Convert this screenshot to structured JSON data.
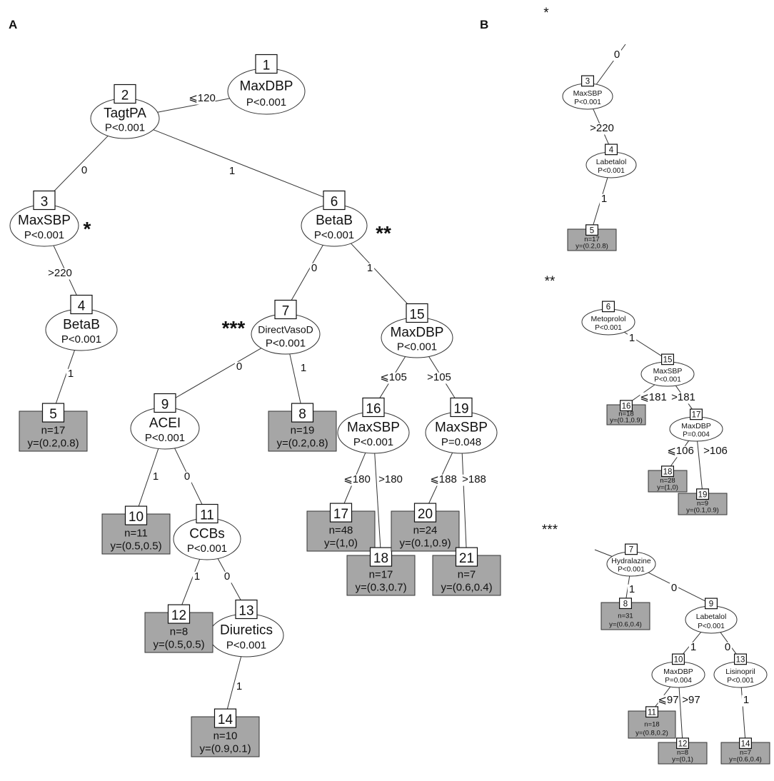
{
  "panels": {
    "a": "A",
    "b": "B"
  },
  "colors": {
    "leaf_fill": "#a6a6a6",
    "node_fill": "#ffffff",
    "line": "#333333"
  },
  "tree_a": {
    "nodes": [
      {
        "id": "1",
        "label": "MaxDBP",
        "p": "P<0.001"
      },
      {
        "id": "2",
        "label": "TagtPA",
        "p": "P<0.001"
      },
      {
        "id": "3",
        "label": "MaxSBP",
        "p": "P<0.001",
        "mark": "*"
      },
      {
        "id": "4",
        "label": "BetaB",
        "p": "P<0.001"
      },
      {
        "id": "6",
        "label": "BetaB",
        "p": "P<0.001",
        "mark": "**"
      },
      {
        "id": "7",
        "label": "DirectVasoD",
        "p": "P<0.001",
        "mark": "***"
      },
      {
        "id": "9",
        "label": "ACEI",
        "p": "P<0.001"
      },
      {
        "id": "11",
        "label": "CCBs",
        "p": "P<0.001"
      },
      {
        "id": "13",
        "label": "Diuretics",
        "p": "P<0.001"
      },
      {
        "id": "15",
        "label": "MaxDBP",
        "p": "P<0.001"
      },
      {
        "id": "16",
        "label": "MaxSBP",
        "p": "P<0.001"
      },
      {
        "id": "19",
        "label": "MaxSBP",
        "p": "P=0.048"
      }
    ],
    "leaves": [
      {
        "id": "5",
        "n": "n=17",
        "y": "y=(0.2,0.8)"
      },
      {
        "id": "8",
        "n": "n=19",
        "y": "y=(0.2,0.8)"
      },
      {
        "id": "10",
        "n": "n=11",
        "y": "y=(0.5,0.5)"
      },
      {
        "id": "12",
        "n": "n=8",
        "y": "y=(0.5,0.5)"
      },
      {
        "id": "14",
        "n": "n=10",
        "y": "y=(0.9,0.1)"
      },
      {
        "id": "17",
        "n": "n=48",
        "y": "y=(1,0)"
      },
      {
        "id": "18",
        "n": "n=17",
        "y": "y=(0.3,0.7)"
      },
      {
        "id": "20",
        "n": "n=24",
        "y": "y=(0.1,0.9)"
      },
      {
        "id": "21",
        "n": "n=7",
        "y": "y=(0.6,0.4)"
      }
    ],
    "edges": [
      {
        "from": "1",
        "to": "2",
        "label": "⩽120"
      },
      {
        "from": "2",
        "to": "3",
        "label": "0"
      },
      {
        "from": "2",
        "to": "6",
        "label": "1"
      },
      {
        "from": "3",
        "to": "4",
        "label": ">220"
      },
      {
        "from": "4",
        "to": "5",
        "label": "1"
      },
      {
        "from": "6",
        "to": "7",
        "label": "0"
      },
      {
        "from": "6",
        "to": "15",
        "label": "1"
      },
      {
        "from": "7",
        "to": "9",
        "label": "0"
      },
      {
        "from": "7",
        "to": "8",
        "label": "1"
      },
      {
        "from": "9",
        "to": "10",
        "label": "1"
      },
      {
        "from": "9",
        "to": "11",
        "label": "0"
      },
      {
        "from": "11",
        "to": "12",
        "label": "1"
      },
      {
        "from": "11",
        "to": "13",
        "label": "0"
      },
      {
        "from": "13",
        "to": "14",
        "label": "1"
      },
      {
        "from": "15",
        "to": "16",
        "label": "⩽105"
      },
      {
        "from": "15",
        "to": "19",
        "label": ">105"
      },
      {
        "from": "16",
        "to": "17",
        "label": "⩽180"
      },
      {
        "from": "16",
        "to": "18",
        "label": ">180"
      },
      {
        "from": "19",
        "to": "20",
        "label": "⩽188"
      },
      {
        "from": "19",
        "to": "21",
        "label": ">188"
      }
    ]
  },
  "tree_b1": {
    "title": "*",
    "entry_label": "0",
    "nodes": [
      {
        "id": "3",
        "label": "MaxSBP",
        "p": "P<0.001"
      },
      {
        "id": "4",
        "label": "Labetalol",
        "p": "P<0.001"
      }
    ],
    "leaves": [
      {
        "id": "5",
        "n": "n=17",
        "y": "y=(0.2,0.8)"
      }
    ],
    "edges": [
      {
        "from": "3",
        "to": "4",
        "label": ">220"
      },
      {
        "from": "4",
        "to": "5",
        "label": "1"
      }
    ]
  },
  "tree_b2": {
    "title": "**",
    "nodes": [
      {
        "id": "6",
        "label": "Metoprolol",
        "p": "P<0.001"
      },
      {
        "id": "15",
        "label": "MaxSBP",
        "p": "P<0.001"
      },
      {
        "id": "17",
        "label": "MaxDBP",
        "p": "P=0.004"
      }
    ],
    "leaves": [
      {
        "id": "16",
        "n": "n=18",
        "y": "y=(0.1,0.9)"
      },
      {
        "id": "18",
        "n": "n=28",
        "y": "y=(1,0)"
      },
      {
        "id": "19",
        "n": "n=9",
        "y": "y=(0.1,0.9)"
      }
    ],
    "edges": [
      {
        "from": "6",
        "to": "15",
        "label": "1"
      },
      {
        "from": "15",
        "to": "16",
        "label": "⩽181"
      },
      {
        "from": "15",
        "to": "17",
        "label": ">181"
      },
      {
        "from": "17",
        "to": "18",
        "label": "⩽106"
      },
      {
        "from": "17",
        "to": "19",
        "label": ">106"
      }
    ]
  },
  "tree_b3": {
    "title": "***",
    "nodes": [
      {
        "id": "7",
        "label": "Hydralazine",
        "p": "P<0.001"
      },
      {
        "id": "9",
        "label": "Labetalol",
        "p": "P<0.001"
      },
      {
        "id": "10",
        "label": "MaxDBP",
        "p": "P=0.004"
      },
      {
        "id": "13",
        "label": "Lisinopril",
        "p": "P<0.001"
      }
    ],
    "leaves": [
      {
        "id": "8",
        "n": "n=31",
        "y": "y=(0.6,0.4)"
      },
      {
        "id": "11",
        "n": "n=18",
        "y": "y=(0.8,0.2)"
      },
      {
        "id": "12",
        "n": "n=8",
        "y": "y=(0,1)"
      },
      {
        "id": "14",
        "n": "n=7",
        "y": "y=(0.6,0.4)"
      }
    ],
    "edges": [
      {
        "from": "7",
        "to": "8",
        "label": "1"
      },
      {
        "from": "7",
        "to": "9",
        "label": "0"
      },
      {
        "from": "9",
        "to": "10",
        "label": "1"
      },
      {
        "from": "9",
        "to": "13",
        "label": "0"
      },
      {
        "from": "10",
        "to": "11",
        "label": "⩽97"
      },
      {
        "from": "10",
        "to": "12",
        "label": ">97"
      },
      {
        "from": "13",
        "to": "14",
        "label": "1"
      }
    ]
  }
}
